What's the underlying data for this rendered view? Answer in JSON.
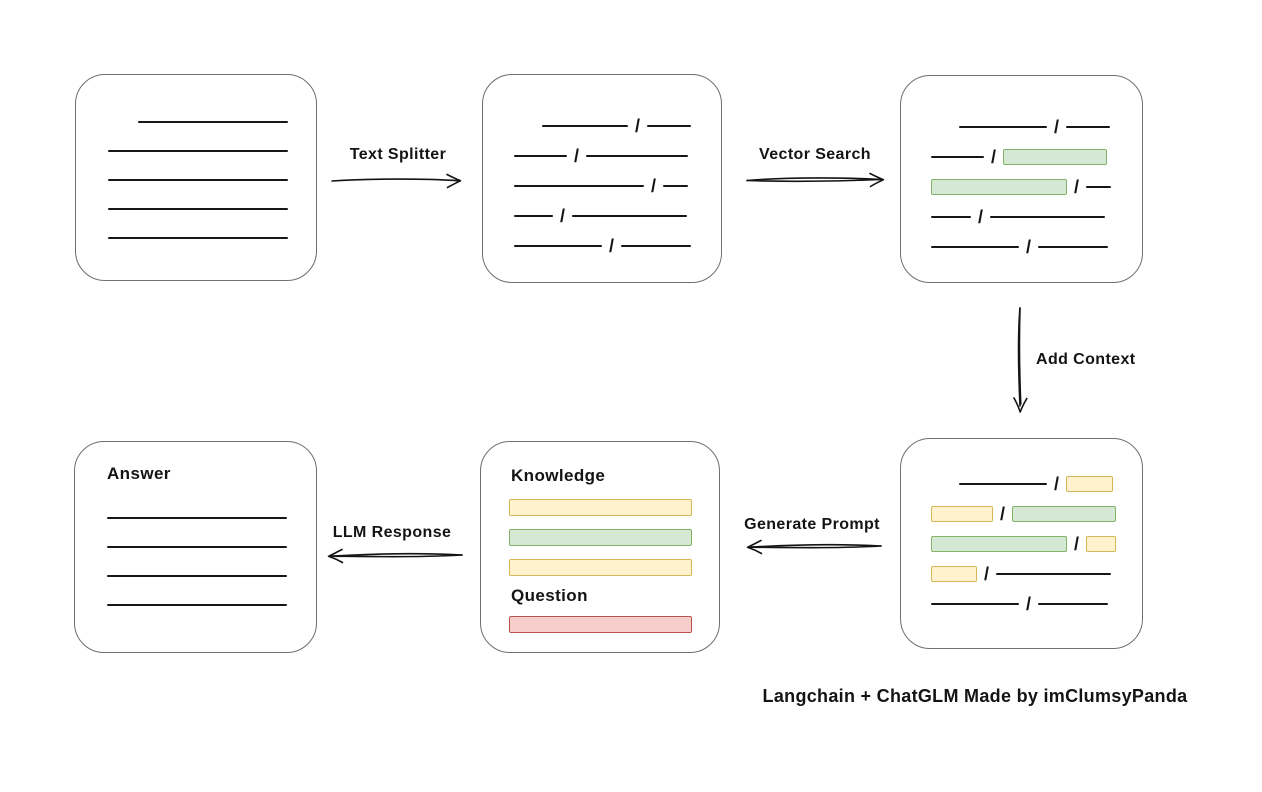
{
  "caption": "Langchain + ChatGLM Made by imClumsyPanda",
  "colors": {
    "background": "#ffffff",
    "box_border": "#6f6f6f",
    "text": "#141414",
    "line": "#161616",
    "green_fill": "#d5e8d4",
    "green_stroke": "#82b366",
    "yellow_fill": "#fff2cc",
    "yellow_stroke": "#d6b656",
    "red_fill": "#f8cecc",
    "red_stroke": "#b85450"
  },
  "arrows": {
    "text_splitter": {
      "label": "Text Splitter",
      "direction": "right"
    },
    "vector_search": {
      "label": "Vector Search",
      "direction": "right"
    },
    "add_context": {
      "label": "Add Context",
      "direction": "down"
    },
    "generate_prompt": {
      "label": "Generate Prompt",
      "direction": "left"
    },
    "llm_response": {
      "label": "LLM Response",
      "direction": "left"
    }
  },
  "boxes": {
    "document": {
      "rows": [
        [
          {
            "t": "line",
            "w": 150,
            "ml": 30
          }
        ],
        [
          {
            "t": "line",
            "w": 180
          }
        ],
        [
          {
            "t": "line",
            "w": 180
          }
        ],
        [
          {
            "t": "line",
            "w": 180
          }
        ],
        [
          {
            "t": "line",
            "w": 180
          }
        ]
      ]
    },
    "split_chunks": {
      "rows": [
        [
          {
            "t": "line",
            "w": 86,
            "ml": 28
          },
          {
            "t": "slash"
          },
          {
            "t": "line",
            "w": 44
          }
        ],
        [
          {
            "t": "line",
            "w": 53
          },
          {
            "t": "slash"
          },
          {
            "t": "line",
            "w": 102
          }
        ],
        [
          {
            "t": "line",
            "w": 130
          },
          {
            "t": "slash"
          },
          {
            "t": "line",
            "w": 25
          }
        ],
        [
          {
            "t": "line",
            "w": 39
          },
          {
            "t": "slash"
          },
          {
            "t": "line",
            "w": 115
          }
        ],
        [
          {
            "t": "line",
            "w": 88
          },
          {
            "t": "slash"
          },
          {
            "t": "line",
            "w": 70
          }
        ]
      ]
    },
    "vector_matched": {
      "rows": [
        [
          {
            "t": "line",
            "w": 88,
            "ml": 28
          },
          {
            "t": "slash"
          },
          {
            "t": "line",
            "w": 44
          }
        ],
        [
          {
            "t": "line",
            "w": 53
          },
          {
            "t": "slash"
          },
          {
            "t": "chip",
            "c": "green",
            "w": 104
          }
        ],
        [
          {
            "t": "chip",
            "c": "green",
            "w": 136
          },
          {
            "t": "slash"
          },
          {
            "t": "line",
            "w": 25
          }
        ],
        [
          {
            "t": "line",
            "w": 40
          },
          {
            "t": "slash"
          },
          {
            "t": "line",
            "w": 115
          }
        ],
        [
          {
            "t": "line",
            "w": 88
          },
          {
            "t": "slash"
          },
          {
            "t": "line",
            "w": 70
          }
        ]
      ]
    },
    "context_chunks": {
      "rows": [
        [
          {
            "t": "line",
            "w": 88,
            "ml": 28
          },
          {
            "t": "slash"
          },
          {
            "t": "chip",
            "c": "yellow",
            "w": 47
          }
        ],
        [
          {
            "t": "chip",
            "c": "yellow",
            "w": 62
          },
          {
            "t": "slash"
          },
          {
            "t": "chip",
            "c": "green",
            "w": 104
          }
        ],
        [
          {
            "t": "chip",
            "c": "green",
            "w": 136
          },
          {
            "t": "slash"
          },
          {
            "t": "chip",
            "c": "yellow",
            "w": 30
          }
        ],
        [
          {
            "t": "chip",
            "c": "yellow",
            "w": 46
          },
          {
            "t": "slash"
          },
          {
            "t": "line",
            "w": 115
          }
        ],
        [
          {
            "t": "line",
            "w": 88
          },
          {
            "t": "slash"
          },
          {
            "t": "line",
            "w": 70
          }
        ]
      ]
    },
    "prompt": {
      "knowledge_label": "Knowledge",
      "question_label": "Question",
      "knowledge_bars": [
        {
          "color": "yellow"
        },
        {
          "color": "green"
        },
        {
          "color": "yellow"
        }
      ],
      "question_bars": [
        {
          "color": "red"
        }
      ]
    },
    "answer": {
      "label": "Answer",
      "rows": [
        [
          {
            "t": "line",
            "w": 180
          }
        ],
        [
          {
            "t": "line",
            "w": 180
          }
        ],
        [
          {
            "t": "line",
            "w": 180
          }
        ],
        [
          {
            "t": "line",
            "w": 180
          }
        ]
      ]
    }
  }
}
